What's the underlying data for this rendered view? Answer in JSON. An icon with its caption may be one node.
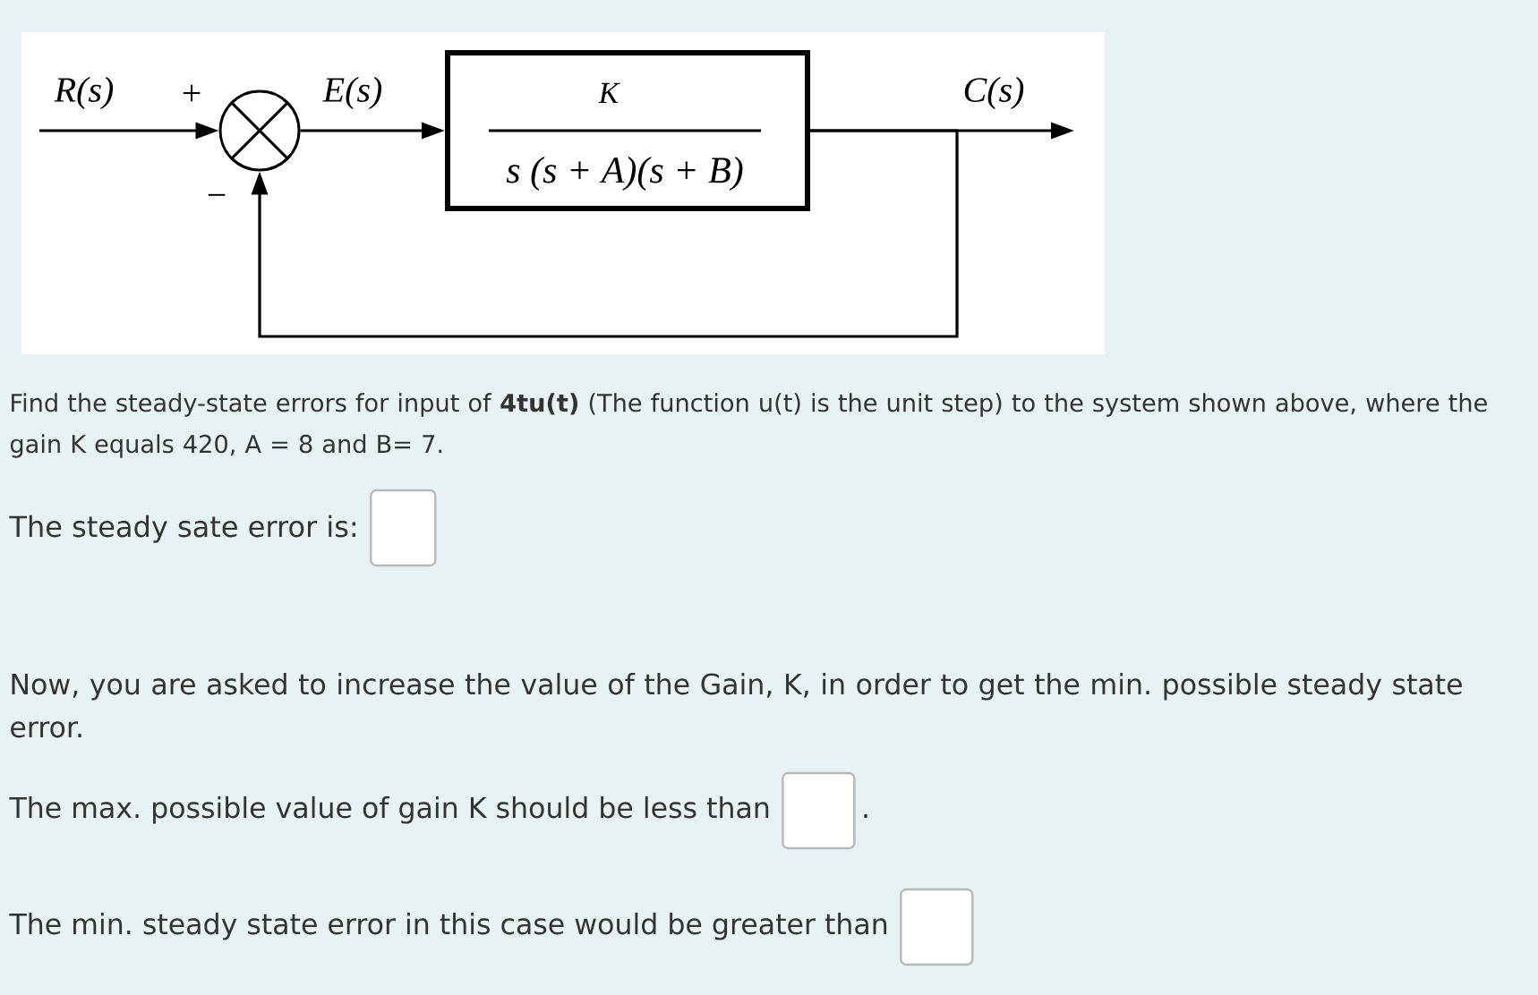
{
  "diagram": {
    "nodes": [
      {
        "text": [],
        "shape": "circle",
        "beside": [
          "+",
          "−"
        ]
      },
      {
        "text": [
          "K",
          "s (s + A)(s + B)"
        ]
      }
    ],
    "edges": [
      {
        "from": null,
        "to": 0,
        "arrow": "to",
        "label": "R(s)"
      },
      {
        "from": 0,
        "to": 1,
        "arrow": "to",
        "label": "E(s)"
      },
      {
        "from": 1,
        "to": null,
        "arrow": "to",
        "label": "C(s)"
      },
      {
        "from": 1,
        "to": 0,
        "arrow": "to"
      }
    ],
    "labels": [
      "Find the steady-state errors for input of **4tu(t)** (The function u(t) is the unit step) to the system shown above, where the gain K equals 420, A = 8 and B= 7.",
      "The steady sate error is:",
      "Now, you are asked to increase the value of the Gain, K, in order to get the min. possible steady state error.",
      "The max. possible value of gain K should be less than",
      ".",
      "The min. steady state error in this case would be greater than"
    ]
  }
}
